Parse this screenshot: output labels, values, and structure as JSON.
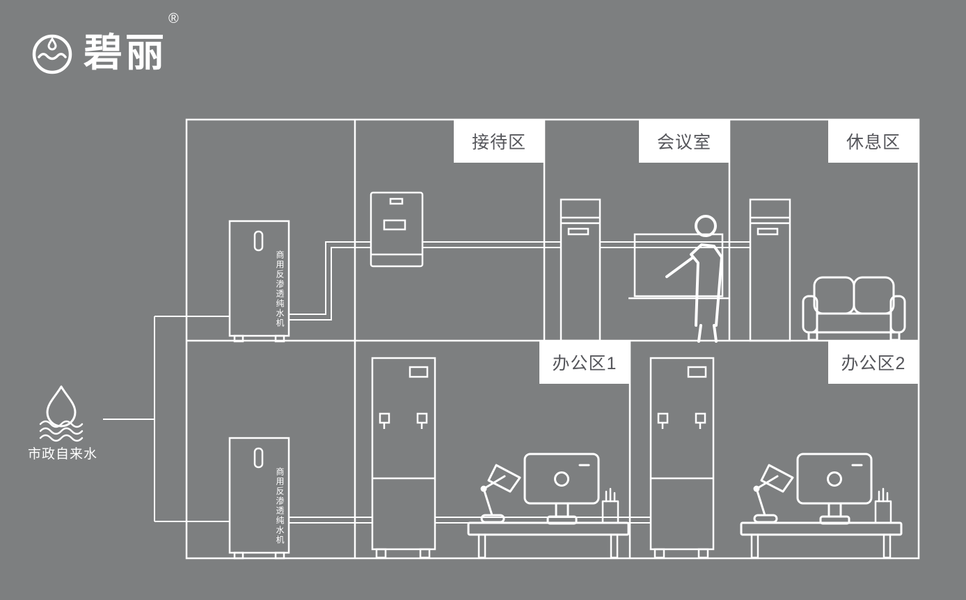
{
  "colors": {
    "background": "#7d7f80",
    "line": "#ffffff",
    "label_bg": "#ffffff",
    "label_text": "#55565b"
  },
  "logo": {
    "brand": "碧丽",
    "registered": "®"
  },
  "water_source": {
    "label": "市政自来水"
  },
  "equipment": {
    "ro_machine_label": "商用反渗透纯水机"
  },
  "rooms": {
    "reception": {
      "label": "接待区"
    },
    "meeting": {
      "label": "会议室"
    },
    "rest": {
      "label": "休息区"
    },
    "office1": {
      "label": "办公区1"
    },
    "office2": {
      "label": "办公区2"
    }
  }
}
